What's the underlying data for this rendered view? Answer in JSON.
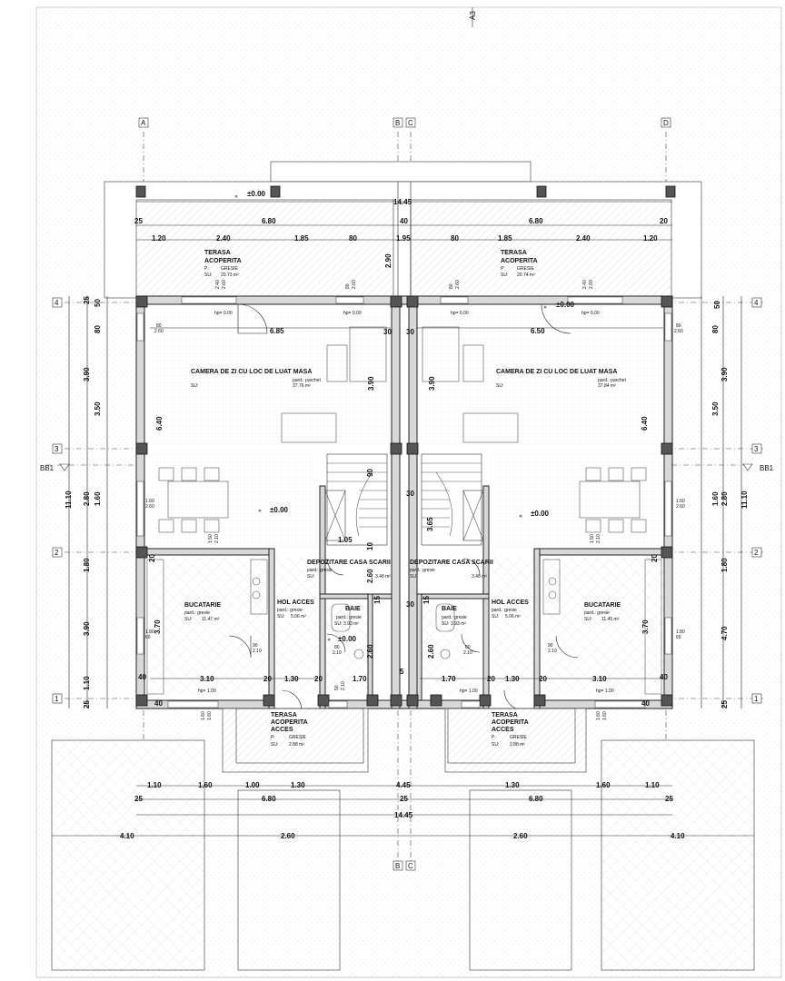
{
  "sheet": {
    "label": "A3"
  },
  "axes": {
    "vertical": [
      "A",
      "B",
      "C",
      "D"
    ],
    "horizontal": [
      "4",
      "3",
      "2",
      "1"
    ],
    "section": "BB1"
  },
  "dims_top": {
    "overall": "14.45",
    "row1": [
      "25",
      "6.80",
      "40",
      "6.80",
      "20"
    ],
    "row2": [
      "1.20",
      "2.40",
      "1.85",
      "80",
      "1.95",
      "80",
      "1.85",
      "2.40",
      "1.20"
    ],
    "terrace_depth": "2.90"
  },
  "dims_bottom": {
    "overall": "14.45",
    "row1": [
      "1.10",
      "1.60",
      "1.00",
      "1.30",
      "4.45",
      "1.30",
      "1.60",
      "1.10"
    ],
    "row2": [
      "25",
      "6.80",
      "25",
      "6.80",
      "25"
    ],
    "row3": [
      "4.10",
      "2.60",
      "2.60",
      "4.10"
    ]
  },
  "dims_left": {
    "outer": "11.10",
    "segments": [
      "25",
      "80",
      "3.90",
      "2.80",
      "1.80",
      "3.90",
      "1.10",
      "25"
    ],
    "inner": [
      "50",
      "3.50",
      "1.60",
      "3.90"
    ]
  },
  "dims_right": {
    "outer": "11.10",
    "segments": [
      "50",
      "3.90",
      "2.80",
      "1.80",
      "4.70",
      "25"
    ],
    "inner": [
      "80",
      "3.50",
      "1.60"
    ]
  },
  "levels": {
    "zero": "±0.00",
    "hp0": "hp= 0.00",
    "hp1": "hp= 1.00"
  },
  "rooms": {
    "terrace_top_left": {
      "name1": "TERASA",
      "name2": "ACOPERITA",
      "p_label": "P:",
      "p_value": "GRESIE",
      "su_label": "SU:",
      "su_value": "20.73 m²"
    },
    "terrace_top_right": {
      "name1": "TERASA",
      "name2": "ACOPERITA",
      "p_label": "P:",
      "p_value": "GRESIE",
      "su_label": "SU:",
      "su_value": "20.74 m²"
    },
    "living_left": {
      "name": "CAMERA DE ZI CU LOC DE LUAT MASA",
      "pard": "pard.: parchet",
      "su_label": "SU:",
      "su_value": "37.76 m²"
    },
    "living_right": {
      "name": "CAMERA DE ZI CU LOC DE LUAT MASA",
      "pard": "pard.: parchet",
      "su_label": "SU:",
      "su_value": "37.84 m²"
    },
    "kitchen_left": {
      "name": "BUCATARIE",
      "pard": "pard.: gresie",
      "su_label": "SU:",
      "su_value": "11.47 m²"
    },
    "kitchen_right": {
      "name": "BUCATARIE",
      "pard": "pard.: gresie",
      "su_label": "SU:",
      "su_value": "11.45 m²"
    },
    "hall_left": {
      "name": "HOL ACCES",
      "pard": "pard.: gresie",
      "su_label": "SU:",
      "su_value": "5.06 m²"
    },
    "hall_right": {
      "name": "HOL ACCES",
      "pard": "pard.: gresie",
      "su_label": "SU:",
      "su_value": "5.06 m²"
    },
    "storage_left": {
      "name": "DEPOZITARE CASA SCARII",
      "pard": "pard.: gresie",
      "su_label": "SU:",
      "su_value": "3.48 m²"
    },
    "storage_right": {
      "name": "DEPOZITARE CASA SCARII",
      "pard": "pard.: gresie",
      "su_label": "SU:",
      "su_value": "3.48 m²"
    },
    "bath_left": {
      "name": "BAIE",
      "pard": "pard.: gresie",
      "su_label": "SU:",
      "su_value": "3.93 m²"
    },
    "bath_right": {
      "name": "BAIE",
      "pard": "pard.: gresie",
      "su_label": "SU:",
      "su_value": "3.93 m²"
    },
    "entry_left": {
      "name1": "TERASA",
      "name2": "ACOPERITA",
      "name3": "ACCES",
      "p_label": "P:",
      "p_value": "GRESIE",
      "su_label": "SU:",
      "su_value": "2.88 m²"
    },
    "entry_right": {
      "name1": "TERASA",
      "name2": "ACOPERITA",
      "name3": "ACCES",
      "p_label": "P:",
      "p_value": "GRESIE",
      "su_label": "SU:",
      "su_value": "2.88 m²"
    }
  },
  "interior_dims": {
    "living_w_left": "6.85",
    "living_w_right": "6.50",
    "living_h": "3.90",
    "side_h": "6.40",
    "stairs_h": "3.65",
    "wall30": "30",
    "wall20": "20",
    "wall40": "40",
    "stairs_w": "1.05",
    "bath_h": "2.60",
    "kitchen_h": "3.70",
    "kitchen_w": "3.10",
    "hall_w": "1.30",
    "bath_w": "1.70",
    "n15": "15",
    "n5": "5",
    "n90": "90",
    "n80": "80"
  },
  "windows": {
    "w80_260": [
      "80",
      "2.60"
    ],
    "w160_260": [
      "1.60",
      "2.60"
    ],
    "w180_60": [
      "1.80",
      "60"
    ],
    "w240_260": [
      "2.40",
      "2.60"
    ],
    "w90_210": [
      "90",
      "2.10"
    ],
    "w80_210": [
      "80",
      "2.10"
    ],
    "w150_210": [
      "1.50",
      "2.10"
    ],
    "w50_210": [
      "50",
      "2.10"
    ],
    "w160_160": [
      "1.60",
      "1.60"
    ]
  }
}
